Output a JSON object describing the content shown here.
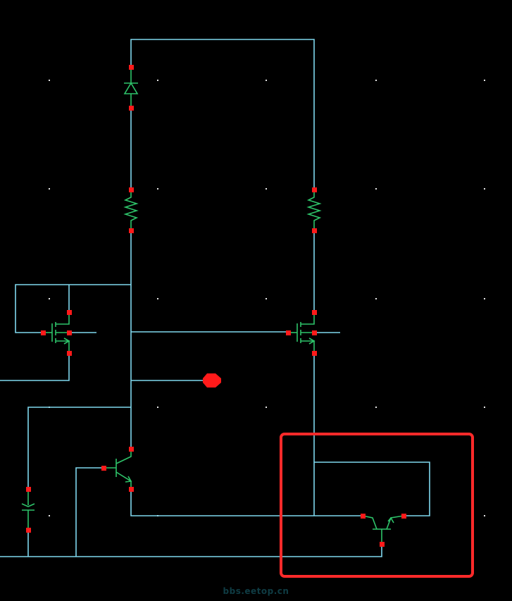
{
  "canvas": {
    "background": "#000000",
    "wire_color": "#7fd8ee",
    "component_color": "#2ec46a",
    "pin_color": "#ff1a1a",
    "highlight_color": "#ff2a2a"
  },
  "components": [
    {
      "kind": "diode",
      "icon": "diode-icon"
    },
    {
      "kind": "resistor",
      "icon": "resistor-icon"
    },
    {
      "kind": "resistor",
      "icon": "resistor-icon"
    },
    {
      "kind": "mosfet",
      "icon": "mosfet-icon"
    },
    {
      "kind": "mosfet",
      "icon": "mosfet-icon"
    },
    {
      "kind": "bjt",
      "icon": "transistor-icon"
    },
    {
      "kind": "bjt",
      "icon": "transistor-icon"
    },
    {
      "kind": "capacitor",
      "icon": "capacitor-icon"
    }
  ],
  "probe": {
    "icon": "probe-icon"
  },
  "watermark": "bbs.eetop.cn"
}
